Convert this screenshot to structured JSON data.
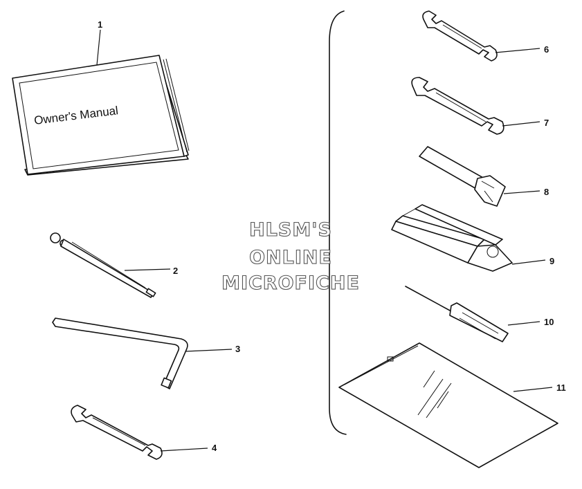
{
  "watermark": {
    "line1": "HLSM'S",
    "line2": "ONLINE",
    "line3": "MICROFICHE"
  },
  "manual": {
    "cover_text": "Owner's Manual"
  },
  "callouts": {
    "c1": "1",
    "c2": "2",
    "c3": "3",
    "c4": "4",
    "c6": "6",
    "c7": "7",
    "c8": "8",
    "c9": "9",
    "c10": "10",
    "c11": "11"
  },
  "icons": {
    "manual": "owners-manual-icon",
    "pin_spanner": "pin-spanner-icon",
    "l_wrench": "l-hex-wrench-icon",
    "wrench_small": "open-end-wrench-icon",
    "spark_plug_socket": "spark-plug-socket-icon",
    "tool_pouch": "tool-pouch-icon",
    "screwdriver": "screwdriver-icon",
    "bag": "plastic-bag-icon"
  }
}
